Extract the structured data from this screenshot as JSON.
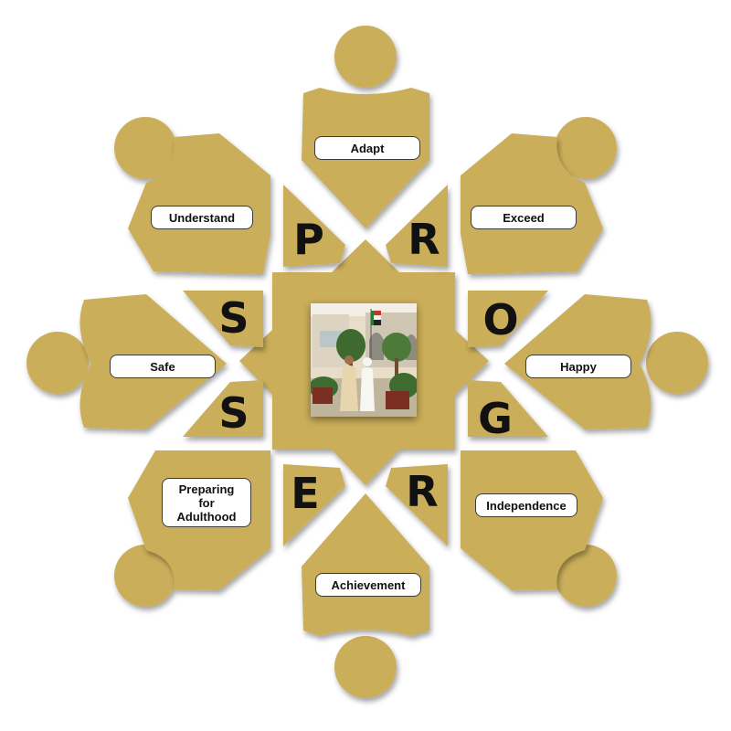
{
  "colors": {
    "gold": "#cbae5a",
    "gold_dark": "#b89a48",
    "letter": "#111111",
    "label_border": "#3a3a3a"
  },
  "segments": [
    {
      "key": "adapt",
      "label": "Adapt"
    },
    {
      "key": "exceed",
      "label": "Exceed"
    },
    {
      "key": "happy",
      "label": "Happy"
    },
    {
      "key": "independence",
      "label": "Independence"
    },
    {
      "key": "achievement",
      "label": "Achievement"
    },
    {
      "key": "preparing",
      "label": "Preparing\nfor\nAdulthood"
    },
    {
      "key": "safe",
      "label": "Safe"
    },
    {
      "key": "understand",
      "label": "Understand"
    }
  ],
  "letters": [
    "P",
    "R",
    "O",
    "G",
    "R",
    "E",
    "S",
    "S"
  ],
  "center_photo": {
    "icon": "school-photo-icon"
  }
}
